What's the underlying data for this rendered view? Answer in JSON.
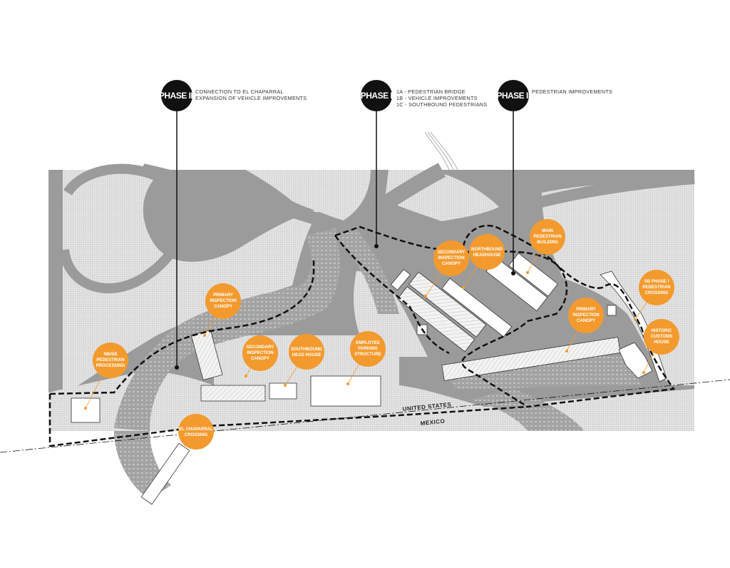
{
  "phases": [
    {
      "id": "phase-3",
      "label": "PHASE III",
      "lines": [
        "CONNECTION TO EL CHAPARRAL",
        "EXPANSION OF VEHICLE IMPROVEMENTS"
      ]
    },
    {
      "id": "phase-1",
      "label": "PHASE I",
      "lines": [
        "1A - PEDESTRIAN BRIDGE",
        "1B - VEHICLE IMPROVEMENTS",
        "1C - SOUTHBOUND PEDESTRIANS"
      ]
    },
    {
      "id": "phase-2",
      "label": "PHASE II",
      "lines": [
        "PEDESTRIAN IMPROVEMENTS"
      ]
    }
  ],
  "callouts": [
    {
      "id": "nb-sb-pedestrian-processing",
      "lines": [
        "NB/SB",
        "PEDESTRIAN",
        "PROCESSING"
      ]
    },
    {
      "id": "primary-inspection-canopy-west",
      "lines": [
        "PRIMARY",
        "INSPECTION",
        "CANOPY"
      ]
    },
    {
      "id": "secondary-inspection-canopy-west",
      "lines": [
        "SECONDARY",
        "INSPECTION",
        "CANOPY"
      ]
    },
    {
      "id": "southbound-head-house",
      "lines": [
        "SOUTHBOUND",
        "HEAD HOUSE"
      ]
    },
    {
      "id": "employee-parking-structure",
      "lines": [
        "EMPLOYEE",
        "PARKING",
        "STRUCTURE"
      ]
    },
    {
      "id": "el-chaparral-crossing",
      "lines": [
        "EL CHAPARRAL",
        "CROSSING"
      ]
    },
    {
      "id": "secondary-inspection-canopy-east",
      "lines": [
        "SECONDARY",
        "INSPECTION",
        "CANOPY"
      ]
    },
    {
      "id": "northbound-headhouse",
      "lines": [
        "NORTHBOUND",
        "HEADHOUSE"
      ]
    },
    {
      "id": "main-pedestrian-building",
      "lines": [
        "MAIN",
        "PEDESTRIAN",
        "BUILDING"
      ]
    },
    {
      "id": "primary-inspection-canopy-east",
      "lines": [
        "PRIMARY",
        "INSPECTION",
        "CANOPY"
      ]
    },
    {
      "id": "sb-phase-1-pedestrian-crossing",
      "lines": [
        "SB PHASE I",
        "PEDESTRIAN",
        "CROSSING"
      ]
    },
    {
      "id": "historic-customs-house",
      "lines": [
        "HISTORIC",
        "CUSTOMS",
        "HOUSE"
      ]
    }
  ],
  "border": {
    "north_label": "UNITED STATES",
    "south_label": "MEXICO"
  },
  "colors": {
    "ground": "#9b9b9b",
    "hatch": "#d8d8d8",
    "callout": "#f39a2e",
    "phase_marker": "#111111",
    "boundary": "#111111"
  }
}
